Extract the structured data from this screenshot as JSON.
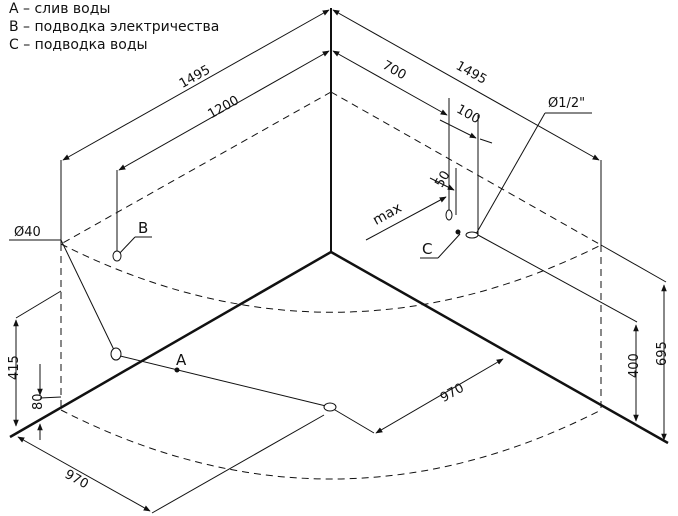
{
  "legend": {
    "a": "А – слив воды",
    "b": "В – подводка электричества",
    "c": "С – подводка воды"
  },
  "markers": {
    "a": "А",
    "b": "В",
    "c": "С"
  },
  "dimensions": {
    "top_left_outer": "1495",
    "top_left_inner": "1200",
    "top_right_outer": "1495",
    "top_right_inner": "700",
    "offset_100": "100",
    "offset_50": "50",
    "max_label": "max",
    "diameter_40": "Ø40",
    "diameter_half_inch": "Ø1/2\"",
    "height_415": "415",
    "height_80": "80",
    "height_400": "400",
    "height_695": "695",
    "bottom_970": "970",
    "inner_970": "970"
  },
  "colors": {
    "line": "#111111",
    "background": "#ffffff"
  }
}
